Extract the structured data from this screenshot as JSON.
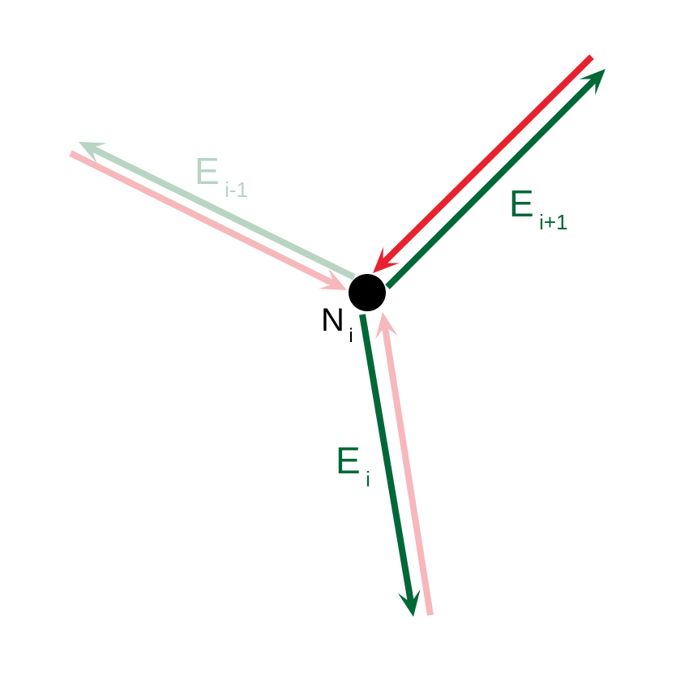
{
  "node": {
    "label": "N",
    "subscript": "i",
    "color": "#000000"
  },
  "edges": [
    {
      "id": "E_prev",
      "label": "E",
      "subscript": "i-1",
      "label_color": "#b8d4c4",
      "arrows": [
        {
          "role": "out",
          "color": "#b8d4c4",
          "direction": "away-from-node"
        },
        {
          "role": "in",
          "color": "#f7b8bb",
          "direction": "toward-node"
        }
      ]
    },
    {
      "id": "E_next",
      "label": "E",
      "subscript": "i+1",
      "label_color": "#006837",
      "arrows": [
        {
          "role": "in",
          "color": "#e8222d",
          "direction": "toward-node"
        },
        {
          "role": "out",
          "color": "#006837",
          "direction": "away-from-node"
        }
      ]
    },
    {
      "id": "E_curr",
      "label": "E",
      "subscript": "i",
      "label_color": "#006837",
      "arrows": [
        {
          "role": "out",
          "color": "#006837",
          "direction": "away-from-node"
        },
        {
          "role": "in",
          "color": "#f7b8bb",
          "direction": "toward-node"
        }
      ]
    }
  ]
}
